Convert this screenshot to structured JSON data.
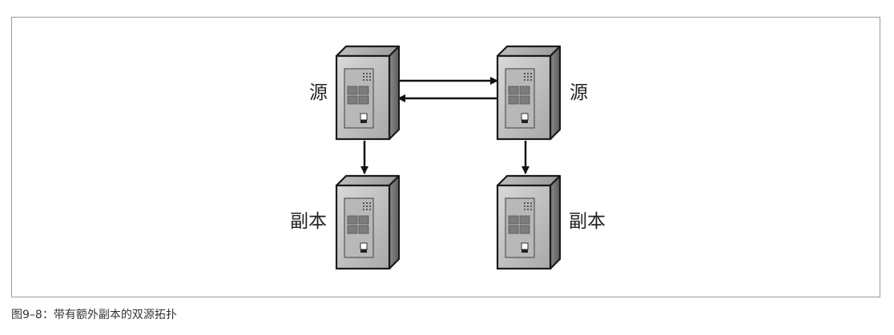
{
  "diagram": {
    "nodes": [
      {
        "id": "source-left",
        "label": "源",
        "icon": "server-tower-icon"
      },
      {
        "id": "source-right",
        "label": "源",
        "icon": "server-tower-icon"
      },
      {
        "id": "replica-left",
        "label": "副本",
        "icon": "server-tower-icon"
      },
      {
        "id": "replica-right",
        "label": "副本",
        "icon": "server-tower-icon"
      }
    ],
    "edges": [
      {
        "from": "source-left",
        "to": "source-right"
      },
      {
        "from": "source-right",
        "to": "source-left"
      },
      {
        "from": "source-left",
        "to": "replica-left"
      },
      {
        "from": "source-right",
        "to": "replica-right"
      }
    ]
  },
  "caption": "图9–8：带有额外副本的双源拓扑"
}
